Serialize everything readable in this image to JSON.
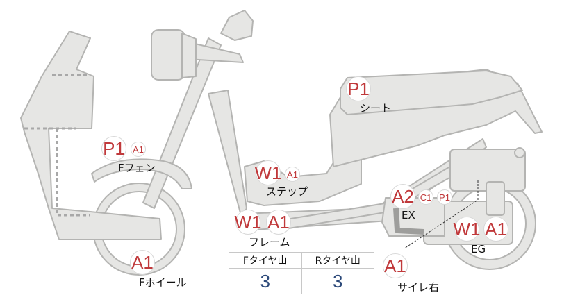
{
  "parts": {
    "front_wheel": {
      "label": "Fホイール",
      "codes": [
        "A1"
      ]
    },
    "front_fender": {
      "label": "Fフェン",
      "codes": [
        "P1",
        "A1"
      ]
    },
    "seat": {
      "label": "シート",
      "codes": [
        "P1"
      ]
    },
    "step": {
      "label": "ステップ",
      "codes": [
        "W1",
        "A1"
      ]
    },
    "frame": {
      "label": "フレーム",
      "codes": [
        "W1",
        "A1"
      ]
    },
    "exhaust": {
      "label": "EX",
      "codes": [
        "A2",
        "C1",
        "P1"
      ]
    },
    "engine": {
      "label": "EG",
      "codes": [
        "W1",
        "A1"
      ]
    },
    "muffler_right": {
      "label": "サイレ右",
      "codes": [
        "A1"
      ]
    }
  },
  "tire_table": {
    "headers": [
      "Fタイヤ山",
      "Rタイヤ山"
    ],
    "values": [
      "3",
      "3"
    ]
  },
  "colors": {
    "code": "#c0393b",
    "tire_value": "#2d4a7a",
    "body_fill": "#e6e6e4",
    "body_stroke": "#b4b4b2"
  }
}
